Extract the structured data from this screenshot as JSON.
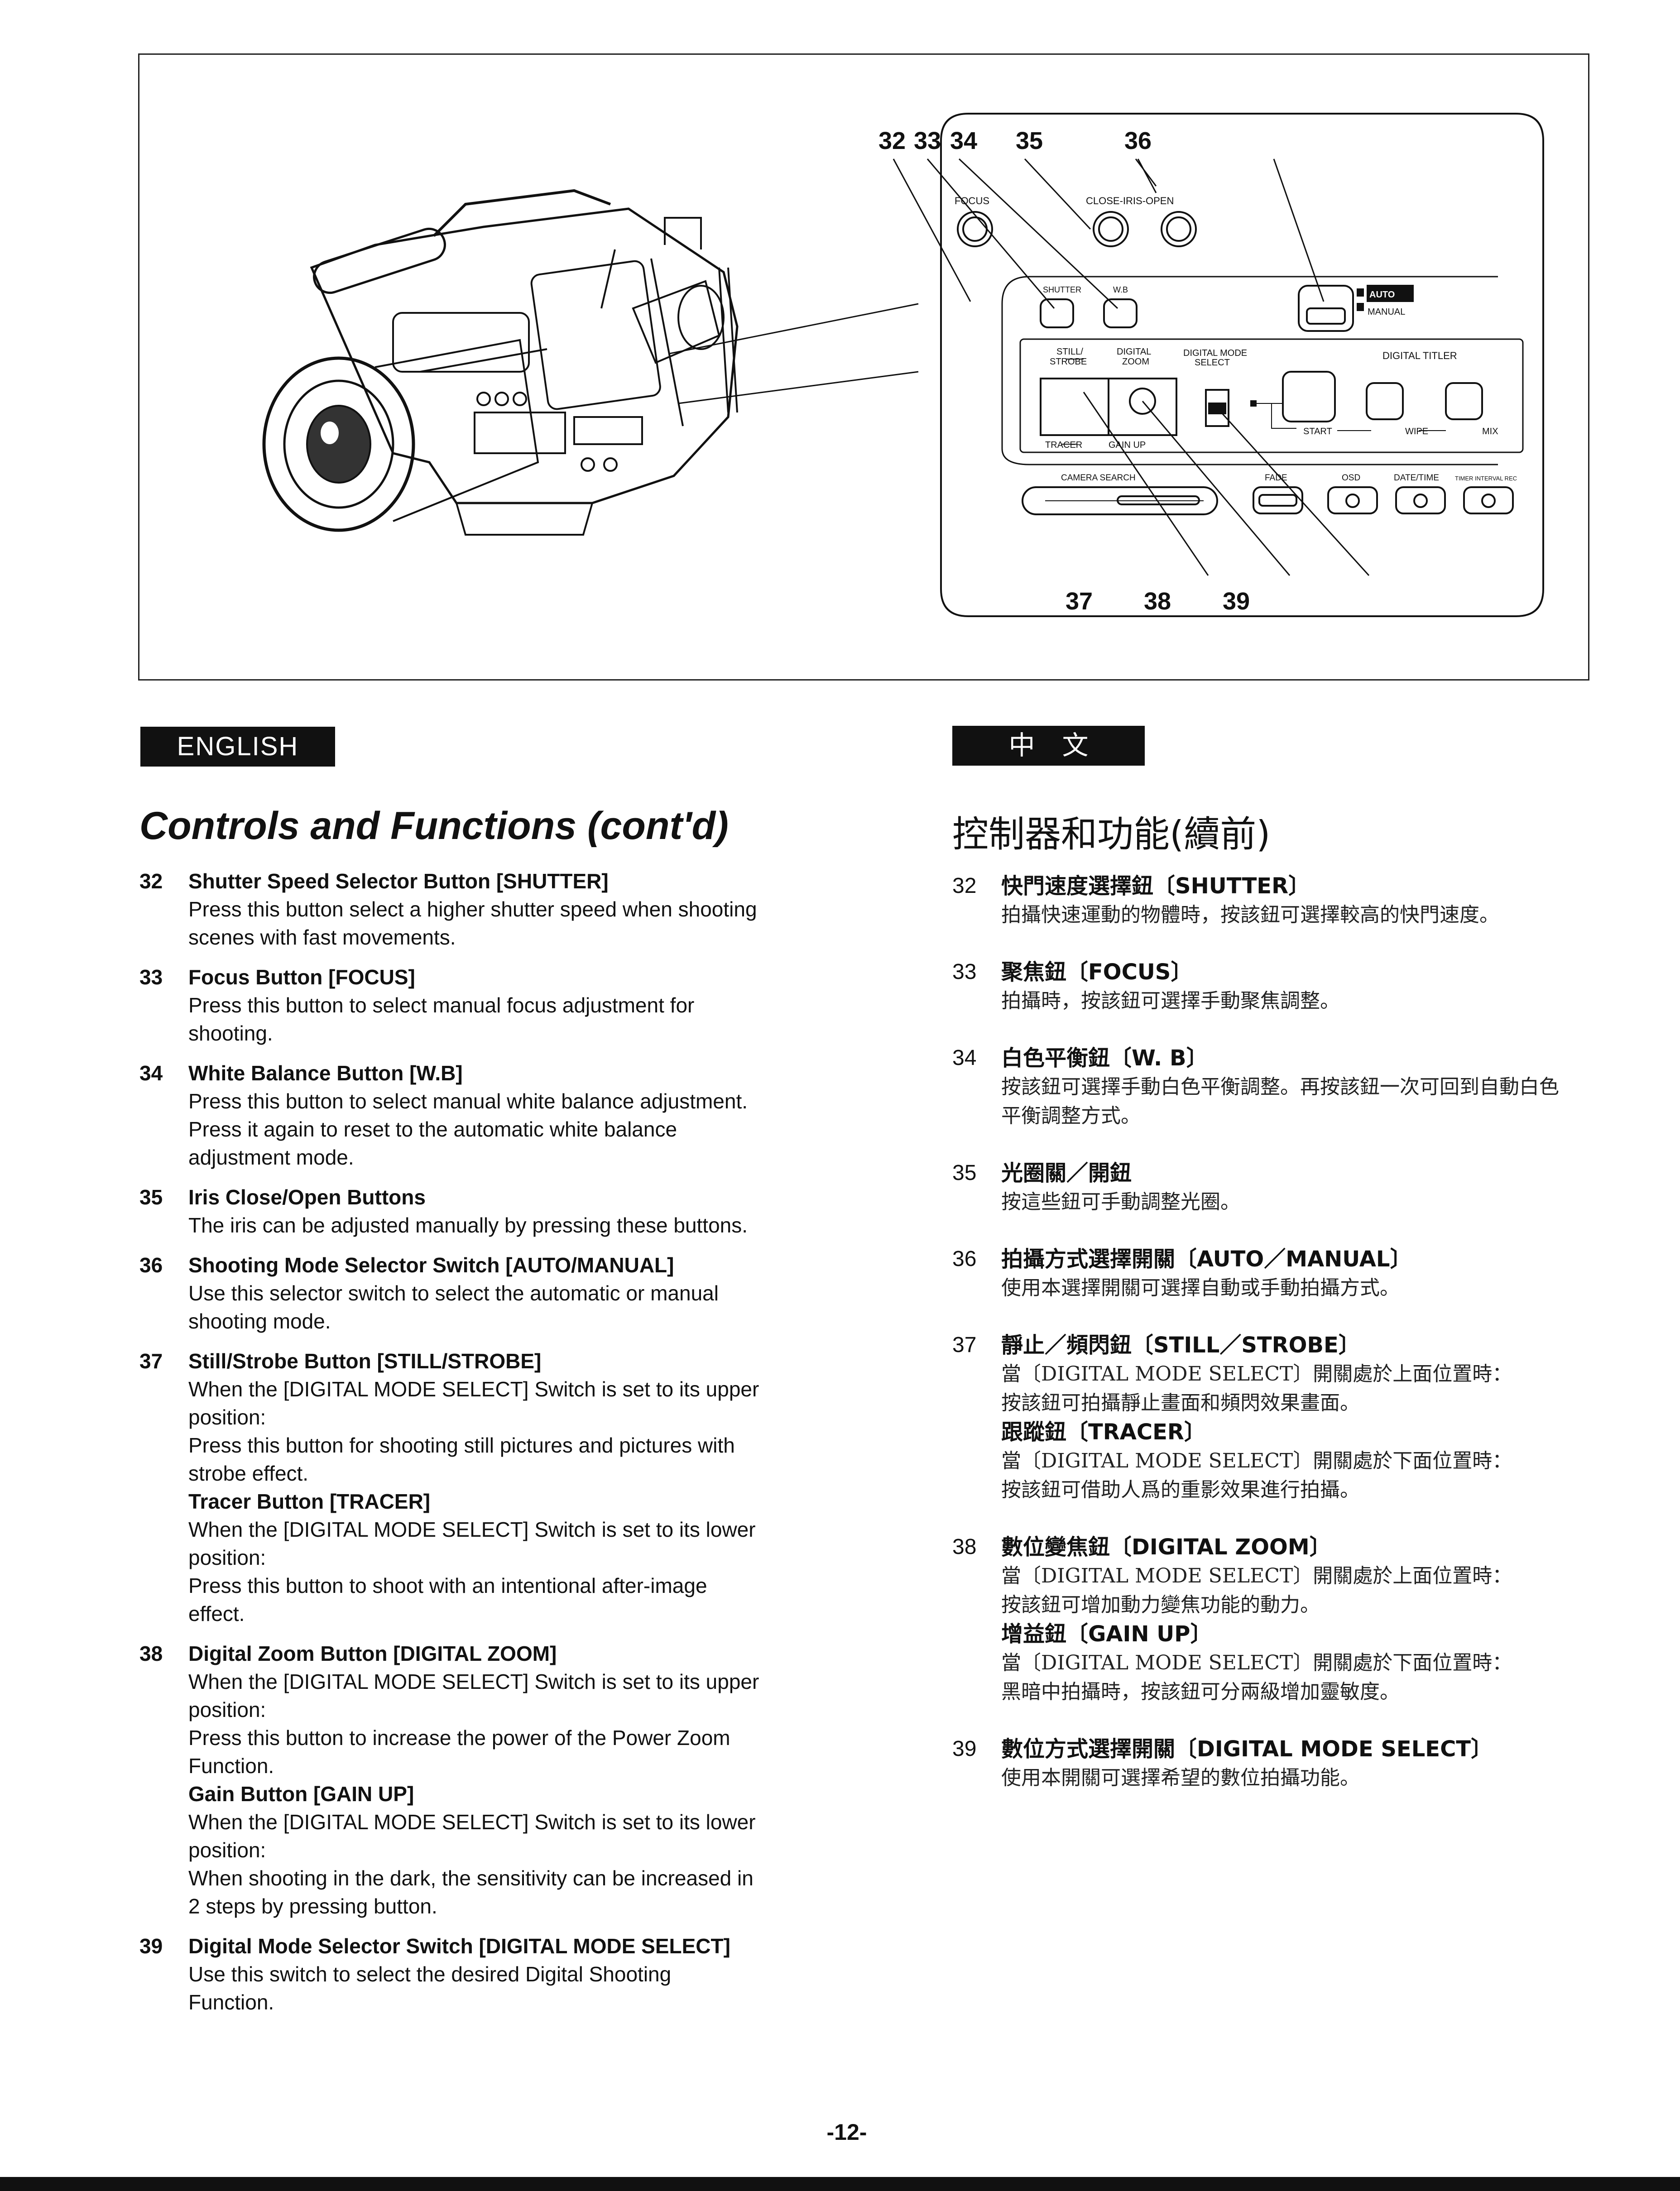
{
  "figure": {
    "callouts_top": [
      "32",
      "33",
      "34",
      "35",
      "36"
    ],
    "callouts_bottom": [
      "37",
      "38",
      "39"
    ],
    "panel_labels": {
      "focus": "FOCUS",
      "close_iris_open": "CLOSE-IRIS-OPEN",
      "shutter": "SHUTTER",
      "wb": "W.B",
      "auto": "AUTO",
      "manual": "MANUAL",
      "still_strobe_1": "STILL/",
      "still_strobe_2": "STROBE",
      "digital_zoom_1": "DIGITAL",
      "digital_zoom_2": "ZOOM",
      "digital_mode_select_1": "DIGITAL MODE",
      "digital_mode_select_2": "SELECT",
      "digital_titler": "DIGITAL TITLER",
      "tracer": "TRACER",
      "gain_up": "GAIN UP",
      "start": "START",
      "wipe": "WIPE",
      "mix": "MIX",
      "camera_search": "CAMERA SEARCH",
      "fade": "FADE",
      "osd": "OSD",
      "date_time": "DATE/TIME",
      "timer_interval_rec": "TIMER INTERVAL REC"
    }
  },
  "english": {
    "badge": "ENGLISH",
    "heading": "Controls and Functions (cont'd)",
    "items": [
      {
        "num": "32",
        "title": "Shutter Speed Selector Button [SHUTTER]",
        "lines": [
          "Press this button select a higher shutter speed when shooting",
          "scenes with fast movements."
        ]
      },
      {
        "num": "33",
        "title": "Focus Button [FOCUS]",
        "lines": [
          "Press this button to select manual focus adjustment for",
          "shooting."
        ]
      },
      {
        "num": "34",
        "title": "White Balance Button [W.B]",
        "lines": [
          "Press this button to select manual white balance adjustment.",
          "Press it again to reset to the automatic white balance",
          "adjustment mode."
        ]
      },
      {
        "num": "35",
        "title": "Iris Close/Open Buttons",
        "lines": [
          "The iris can be adjusted manually by pressing these buttons."
        ]
      },
      {
        "num": "36",
        "title": "Shooting Mode Selector Switch [AUTO/MANUAL]",
        "lines": [
          "Use this selector switch to select the automatic or manual",
          "shooting mode."
        ]
      },
      {
        "num": "37",
        "title": "Still/Strobe Button [STILL/STROBE]",
        "lines": [
          "When the [DIGITAL MODE SELECT] Switch is set to its upper",
          "position:",
          "Press this button for shooting still pictures and pictures with",
          "strobe effect."
        ],
        "sub_title": "Tracer Button [TRACER]",
        "sub_lines": [
          "When the [DIGITAL MODE SELECT] Switch is set to its lower",
          "position:",
          "Press this button to shoot with an intentional after-image",
          "effect."
        ]
      },
      {
        "num": "38",
        "title": "Digital Zoom Button [DIGITAL ZOOM]",
        "lines": [
          "When the [DIGITAL MODE SELECT] Switch is set to its upper",
          "position:",
          "Press this button to increase the power of the Power Zoom",
          "Function."
        ],
        "sub_title": "Gain Button [GAIN UP]",
        "sub_lines": [
          "When the [DIGITAL MODE SELECT] Switch is set to its lower",
          "position:",
          "When shooting in the dark, the sensitivity can be increased in",
          "2 steps by pressing button."
        ]
      },
      {
        "num": "39",
        "title": "Digital Mode Selector Switch [DIGITAL MODE SELECT]",
        "lines": [
          "Use this switch to select the desired Digital Shooting",
          "Function."
        ]
      }
    ]
  },
  "chinese": {
    "badge": "中文",
    "heading": "控制器和功能(續前)",
    "items": [
      {
        "num": "32",
        "title": "快門速度選擇鈕〔SHUTTER〕",
        "lines": [
          "拍攝快速運動的物體時，按該鈕可選擇較高的快門速度。"
        ]
      },
      {
        "num": "33",
        "title": "聚焦鈕〔FOCUS〕",
        "lines": [
          "拍攝時，按該鈕可選擇手動聚焦調整。"
        ]
      },
      {
        "num": "34",
        "title": "白色平衡鈕〔W. B〕",
        "lines": [
          "按該鈕可選擇手動白色平衡調整。再按該鈕一次可回到自動白色",
          "平衡調整方式。"
        ]
      },
      {
        "num": "35",
        "title": "光圈關／開鈕",
        "lines": [
          "按這些鈕可手動調整光圈。"
        ]
      },
      {
        "num": "36",
        "title": "拍攝方式選擇開關〔AUTO／MANUAL〕",
        "lines": [
          "使用本選擇開關可選擇自動或手動拍攝方式。"
        ]
      },
      {
        "num": "37",
        "title": "靜止／頻閃鈕〔STILL／STROBE〕",
        "lines": [
          "當〔DIGITAL MODE SELECT〕開關處於上面位置時：",
          "按該鈕可拍攝靜止畫面和頻閃效果畫面。"
        ],
        "sub_title": "跟蹤鈕〔TRACER〕",
        "sub_lines": [
          "當〔DIGITAL MODE SELECT〕開關處於下面位置時：",
          "按該鈕可借助人爲的重影效果進行拍攝。"
        ]
      },
      {
        "num": "38",
        "title": "數位變焦鈕〔DIGITAL ZOOM〕",
        "lines": [
          "當〔DIGITAL MODE SELECT〕開關處於上面位置時：",
          "按該鈕可增加動力變焦功能的動力。"
        ],
        "sub_title": "增益鈕〔GAIN UP〕",
        "sub_lines": [
          "當〔DIGITAL MODE SELECT〕開關處於下面位置時：",
          "黑暗中拍攝時，按該鈕可分兩級增加靈敏度。"
        ]
      },
      {
        "num": "39",
        "title": "數位方式選擇開關〔DIGITAL MODE SELECT〕",
        "lines": [
          "使用本開關可選擇希望的數位拍攝功能。"
        ]
      }
    ]
  },
  "page_number": "-12-"
}
